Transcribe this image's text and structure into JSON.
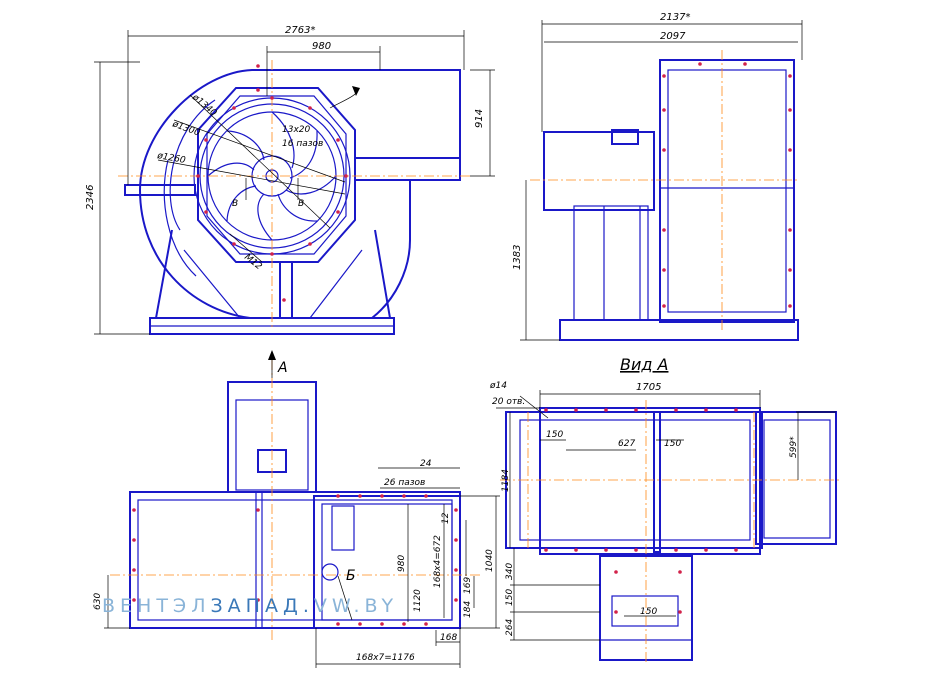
{
  "views": {
    "front": {
      "dims": [
        "2763*",
        "980",
        "914",
        "2346",
        "ø1340",
        "ø1300",
        "ø1260",
        "13x20",
        "16 пазов",
        "М12",
        "В",
        "В"
      ]
    },
    "side": {
      "dims": [
        "2137*",
        "2097",
        "1383"
      ]
    },
    "plan": {
      "arrow_label": "А",
      "dims": [
        "24",
        "26 пазов",
        "12",
        "980",
        "1120",
        "168х4=672",
        "1040",
        "169",
        "184",
        "168",
        "168х7=1176",
        "630"
      ],
      "section_label": "Б"
    },
    "view_a": {
      "title": "Вид А",
      "dims": [
        "ø14",
        "20 отв.",
        "1705",
        "150",
        "627",
        "150",
        "599*",
        "1184",
        "340",
        "150",
        "264",
        "150"
      ]
    }
  },
  "watermark": {
    "part1": "ВЕНТЭЛ",
    "part2": "ЗАПАД",
    "part3": ".",
    "part4": "VW",
    "part5": ".BY",
    "color_light": "#8ab4d8",
    "color_dark": "#3a78b8"
  },
  "colors": {
    "outline": "#1a18c8",
    "axis": "#ff8a1a",
    "bolt": "#d2224a"
  }
}
